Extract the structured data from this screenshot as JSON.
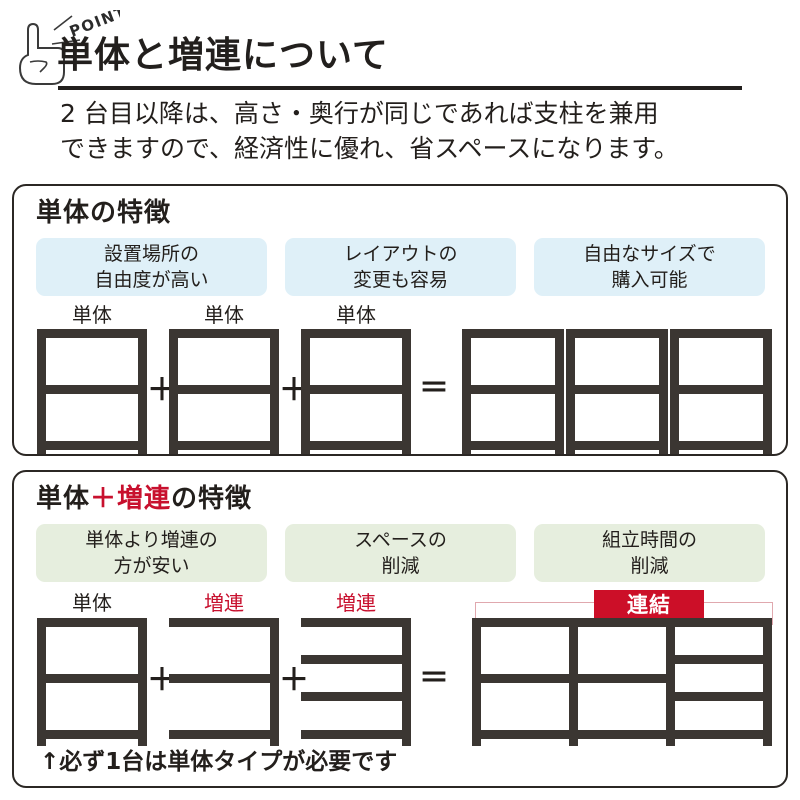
{
  "header": {
    "point_badge": "POINT",
    "title": "単体と増連について",
    "subtitle_line1": "2 台目以降は、高さ・奥行が同じであれば支柱を兼用",
    "subtitle_line2": "できますので、経済性に優れ、省スペースになります。"
  },
  "colors": {
    "accent_red": "#c8102e",
    "badge_red": "#cc0f28",
    "chip_blue": "#dff0f8",
    "chip_green": "#e6eede",
    "rack_gray": "#3b3632",
    "text": "#231f1c"
  },
  "panel_tantai": {
    "title": "単体の特徴",
    "chips": [
      {
        "line1": "設置場所の",
        "line2": "自由度が高い"
      },
      {
        "line1": "レイアウトの",
        "line2": "変更も容易"
      },
      {
        "line1": "自由なサイズで",
        "line2": "購入可能"
      }
    ],
    "labels": {
      "unit1": "単体",
      "unit2": "単体",
      "unit3": "単体"
    },
    "operators": {
      "plus1": "＋",
      "plus2": "＋",
      "equals": "＝"
    }
  },
  "panel_zouren": {
    "title_part1": "単体",
    "title_accent": "＋増連",
    "title_part2": "の特徴",
    "chips": [
      {
        "line1": "単体より増連の",
        "line2": "方が安い"
      },
      {
        "line1": "スペースの",
        "line2": "削減"
      },
      {
        "line1": "組立時間の",
        "line2": "削減"
      }
    ],
    "labels": {
      "unit1": "単体",
      "unit2": "増連",
      "unit3": "増連"
    },
    "operators": {
      "plus1": "＋",
      "plus2": "＋",
      "equals": "＝"
    },
    "connect_badge": "連結",
    "footnote": "↑必ず1台は単体タイプが必要です"
  }
}
